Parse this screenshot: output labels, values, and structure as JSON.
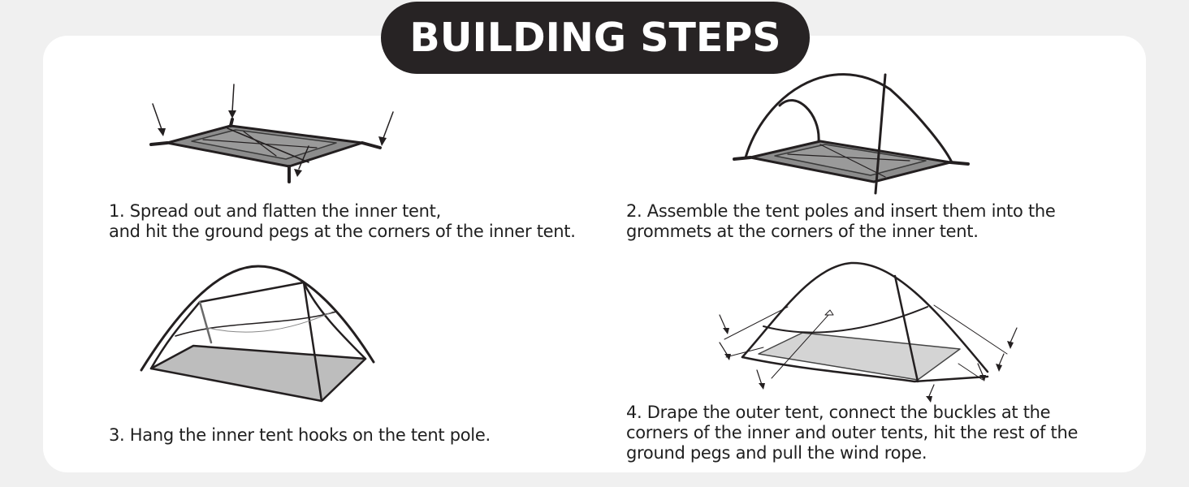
{
  "title": "BUILDING STEPS",
  "steps": [
    {
      "number": "1",
      "lines": [
        "1. Spread out and flatten the inner tent,",
        "and hit the ground pegs at the corners of the inner tent."
      ]
    },
    {
      "number": "2",
      "lines": [
        "2. Assemble the tent poles and insert them into the",
        "grommets at the corners of the inner tent."
      ]
    },
    {
      "number": "3",
      "lines": [
        "3. Hang the inner tent hooks on the tent pole."
      ]
    },
    {
      "number": "4",
      "lines": [
        "4. Drape the outer tent, connect the buckles at the",
        "corners of the inner and outer tents, hit the rest of the",
        "ground pegs and pull the wind rope."
      ]
    }
  ],
  "colors": {
    "pill": "#272324",
    "card": "#ffffff",
    "background": "#f0f0f0",
    "floor": "#8c8c8c",
    "floor_light": "#b8b8b8",
    "line": "#231f20"
  }
}
